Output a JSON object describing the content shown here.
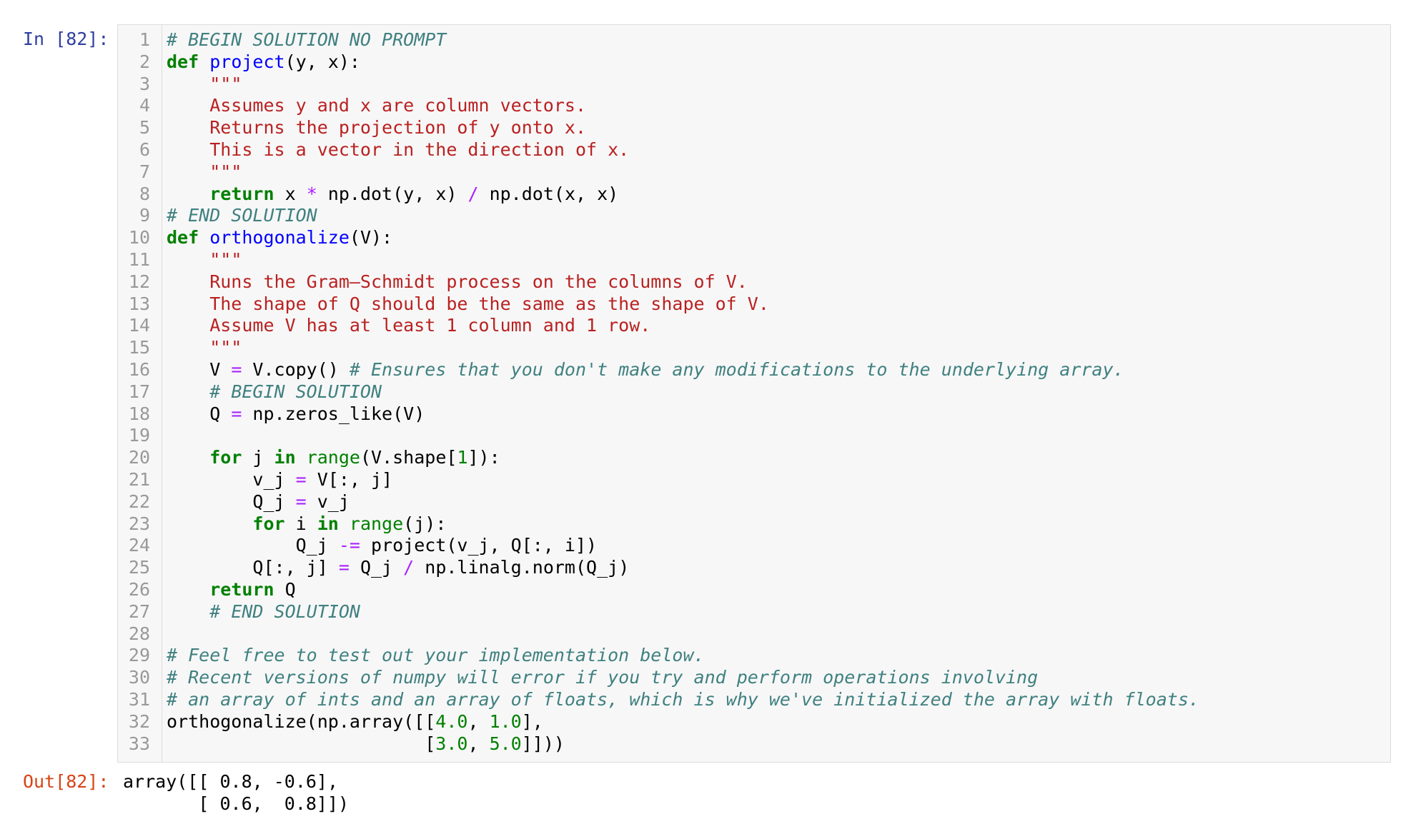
{
  "cell": {
    "in_prompt": "In [82]:",
    "out_prompt": "Out[82]:",
    "output_lines": [
      "array([[ 0.8, -0.6],",
      "       [ 0.6,  0.8]])"
    ],
    "syntax_colors": {
      "keyword": "#008000",
      "function_name": "#0000ff",
      "string": "#ba2121",
      "comment": "#408080",
      "operator": "#aa22ff",
      "number": "#008000",
      "in_prompt": "#303f9f",
      "out_prompt": "#d84315",
      "editor_background": "#f7f7f7"
    },
    "code_lines": [
      [
        [
          "c",
          "# BEGIN SOLUTION NO PROMPT"
        ]
      ],
      [
        [
          "k",
          "def"
        ],
        [
          "",
          " "
        ],
        [
          "def",
          "project"
        ],
        [
          "",
          "(y, x):"
        ]
      ],
      [
        [
          "",
          "    "
        ],
        [
          "s",
          "\"\"\""
        ]
      ],
      [
        [
          "s",
          "    Assumes y and x are column vectors."
        ]
      ],
      [
        [
          "s",
          "    Returns the projection of y onto x."
        ]
      ],
      [
        [
          "s",
          "    This is a vector in the direction of x."
        ]
      ],
      [
        [
          "s",
          "    \"\"\""
        ]
      ],
      [
        [
          "",
          "    "
        ],
        [
          "k",
          "return"
        ],
        [
          "",
          " x "
        ],
        [
          "o",
          "*"
        ],
        [
          "",
          " np.dot(y, x) "
        ],
        [
          "o",
          "/"
        ],
        [
          "",
          " np.dot(x, x)"
        ]
      ],
      [
        [
          "c",
          "# END SOLUTION"
        ]
      ],
      [
        [
          "k",
          "def"
        ],
        [
          "",
          " "
        ],
        [
          "def",
          "orthogonalize"
        ],
        [
          "",
          "(V):"
        ]
      ],
      [
        [
          "",
          "    "
        ],
        [
          "s",
          "\"\"\""
        ]
      ],
      [
        [
          "s",
          "    Runs the Gram–Schmidt process on the columns of V."
        ]
      ],
      [
        [
          "s",
          "    The shape of Q should be the same as the shape of V."
        ]
      ],
      [
        [
          "s",
          "    Assume V has at least 1 column and 1 row."
        ]
      ],
      [
        [
          "s",
          "    \"\"\""
        ]
      ],
      [
        [
          "",
          "    V "
        ],
        [
          "o",
          "="
        ],
        [
          "",
          " V.copy() "
        ],
        [
          "c",
          "# Ensures that you don't make any modifications to the underlying array."
        ]
      ],
      [
        [
          "",
          "    "
        ],
        [
          "c",
          "# BEGIN SOLUTION"
        ]
      ],
      [
        [
          "",
          "    Q "
        ],
        [
          "o",
          "="
        ],
        [
          "",
          " np.zeros_like(V)"
        ]
      ],
      [
        [
          "",
          ""
        ]
      ],
      [
        [
          "",
          "    "
        ],
        [
          "k",
          "for"
        ],
        [
          "",
          " j "
        ],
        [
          "k",
          "in"
        ],
        [
          "",
          " "
        ],
        [
          "b",
          "range"
        ],
        [
          "",
          "(V.shape["
        ],
        [
          "n",
          "1"
        ],
        [
          "",
          "]):"
        ]
      ],
      [
        [
          "",
          "        v_j "
        ],
        [
          "o",
          "="
        ],
        [
          "",
          " V[:, j]"
        ]
      ],
      [
        [
          "",
          "        Q_j "
        ],
        [
          "o",
          "="
        ],
        [
          "",
          " v_j"
        ]
      ],
      [
        [
          "",
          "        "
        ],
        [
          "k",
          "for"
        ],
        [
          "",
          " i "
        ],
        [
          "k",
          "in"
        ],
        [
          "",
          " "
        ],
        [
          "b",
          "range"
        ],
        [
          "",
          "(j):"
        ]
      ],
      [
        [
          "",
          "            Q_j "
        ],
        [
          "o",
          "-="
        ],
        [
          "",
          " project(v_j, Q[:, i])"
        ]
      ],
      [
        [
          "",
          "        Q[:, j] "
        ],
        [
          "o",
          "="
        ],
        [
          "",
          " Q_j "
        ],
        [
          "o",
          "/"
        ],
        [
          "",
          " np.linalg.norm(Q_j)"
        ]
      ],
      [
        [
          "",
          "    "
        ],
        [
          "k",
          "return"
        ],
        [
          "",
          " Q"
        ]
      ],
      [
        [
          "",
          "    "
        ],
        [
          "c",
          "# END SOLUTION"
        ]
      ],
      [
        [
          "",
          ""
        ]
      ],
      [
        [
          "c",
          "# Feel free to test out your implementation below."
        ]
      ],
      [
        [
          "c",
          "# Recent versions of numpy will error if you try and perform operations involving"
        ]
      ],
      [
        [
          "c",
          "# an array of ints and an array of floats, which is why we've initialized the array with floats."
        ]
      ],
      [
        [
          "",
          "orthogonalize(np.array([["
        ],
        [
          "n",
          "4.0"
        ],
        [
          "",
          ", "
        ],
        [
          "n",
          "1.0"
        ],
        [
          "",
          "],"
        ]
      ],
      [
        [
          "",
          "                        ["
        ],
        [
          "n",
          "3.0"
        ],
        [
          "",
          ", "
        ],
        [
          "n",
          "5.0"
        ],
        [
          "",
          "]]))"
        ]
      ]
    ]
  }
}
